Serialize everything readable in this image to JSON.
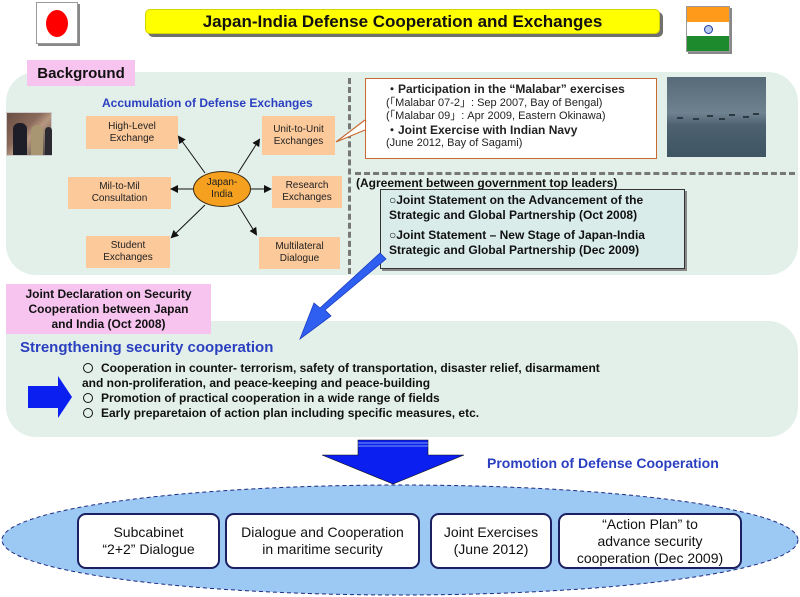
{
  "title": "Japan-India Defense Cooperation and Exchanges",
  "flags": {
    "left": "japan-flag",
    "right": "india-flag"
  },
  "colors": {
    "title_bg": "#ffff00",
    "panel_bg": "#e3f0ea",
    "label_pink": "#f7c4f0",
    "box_orange": "#fcc99a",
    "hub_orange": "#f5a01e",
    "accent_blue": "#2a3fc0",
    "arrow_blue": "#0a1ff0",
    "oval_blue": "#9cc8f4"
  },
  "background": {
    "label": "Background",
    "subheading": "Accumulation of Defense Exchanges",
    "hub": [
      "Japan-",
      "India"
    ],
    "exchanges": {
      "high_level": [
        "High-Level",
        "Exchange"
      ],
      "unit_to_unit": [
        "Unit-to-Unit",
        "Exchanges"
      ],
      "mil_to_mil": [
        "Mil-to-Mil",
        "Consultation"
      ],
      "research": [
        "Research",
        "Exchanges"
      ],
      "student": [
        "Student",
        "Exchanges"
      ],
      "multilateral": [
        "Multilateral",
        "Dialogue"
      ]
    },
    "malabar": {
      "line1": "・Participation in the “Malabar” exercises",
      "line2": "(「Malabar 07-2」: Sep 2007, Bay of Bengal)",
      "line3": "(「Malabar 09」: Apr 2009, Eastern Okinawa)",
      "line4": "・Joint Exercise with Indian Navy",
      "line5": "(June 2012, Bay of Sagami)"
    },
    "agreement": {
      "heading": "(Agreement between government top leaders)",
      "items": [
        [
          "○Joint Statement on the Advancement of the",
          "Strategic and Global Partnership (Oct 2008)"
        ],
        [
          "○Joint Statement – New Stage of Japan-India",
          "Strategic and Global Partnership (Dec 2009)"
        ]
      ]
    }
  },
  "declaration": {
    "lines": [
      "Joint Declaration on Security",
      "Cooperation between Japan",
      "and India (Oct 2008)"
    ]
  },
  "security": {
    "title": "Strengthening security cooperation",
    "items": [
      "Cooperation in counter- terrorism, safety of transportation, disaster relief, disarmament",
      "and non-proliferation, and peace-keeping and peace-building",
      "Promotion of practical cooperation in a wide range of fields",
      "Early preparetaion of action plan including specific measures, etc."
    ]
  },
  "promotion": {
    "label": "Promotion of Defense Cooperation",
    "boxes": [
      [
        "Subcabinet",
        "“2+2” Dialogue"
      ],
      [
        "Dialogue and Cooperation",
        "in maritime security"
      ],
      [
        "Joint Exercises",
        "(June 2012)"
      ],
      [
        "“Action Plan” to",
        "advance security",
        "cooperation (Dec 2009)"
      ]
    ]
  }
}
